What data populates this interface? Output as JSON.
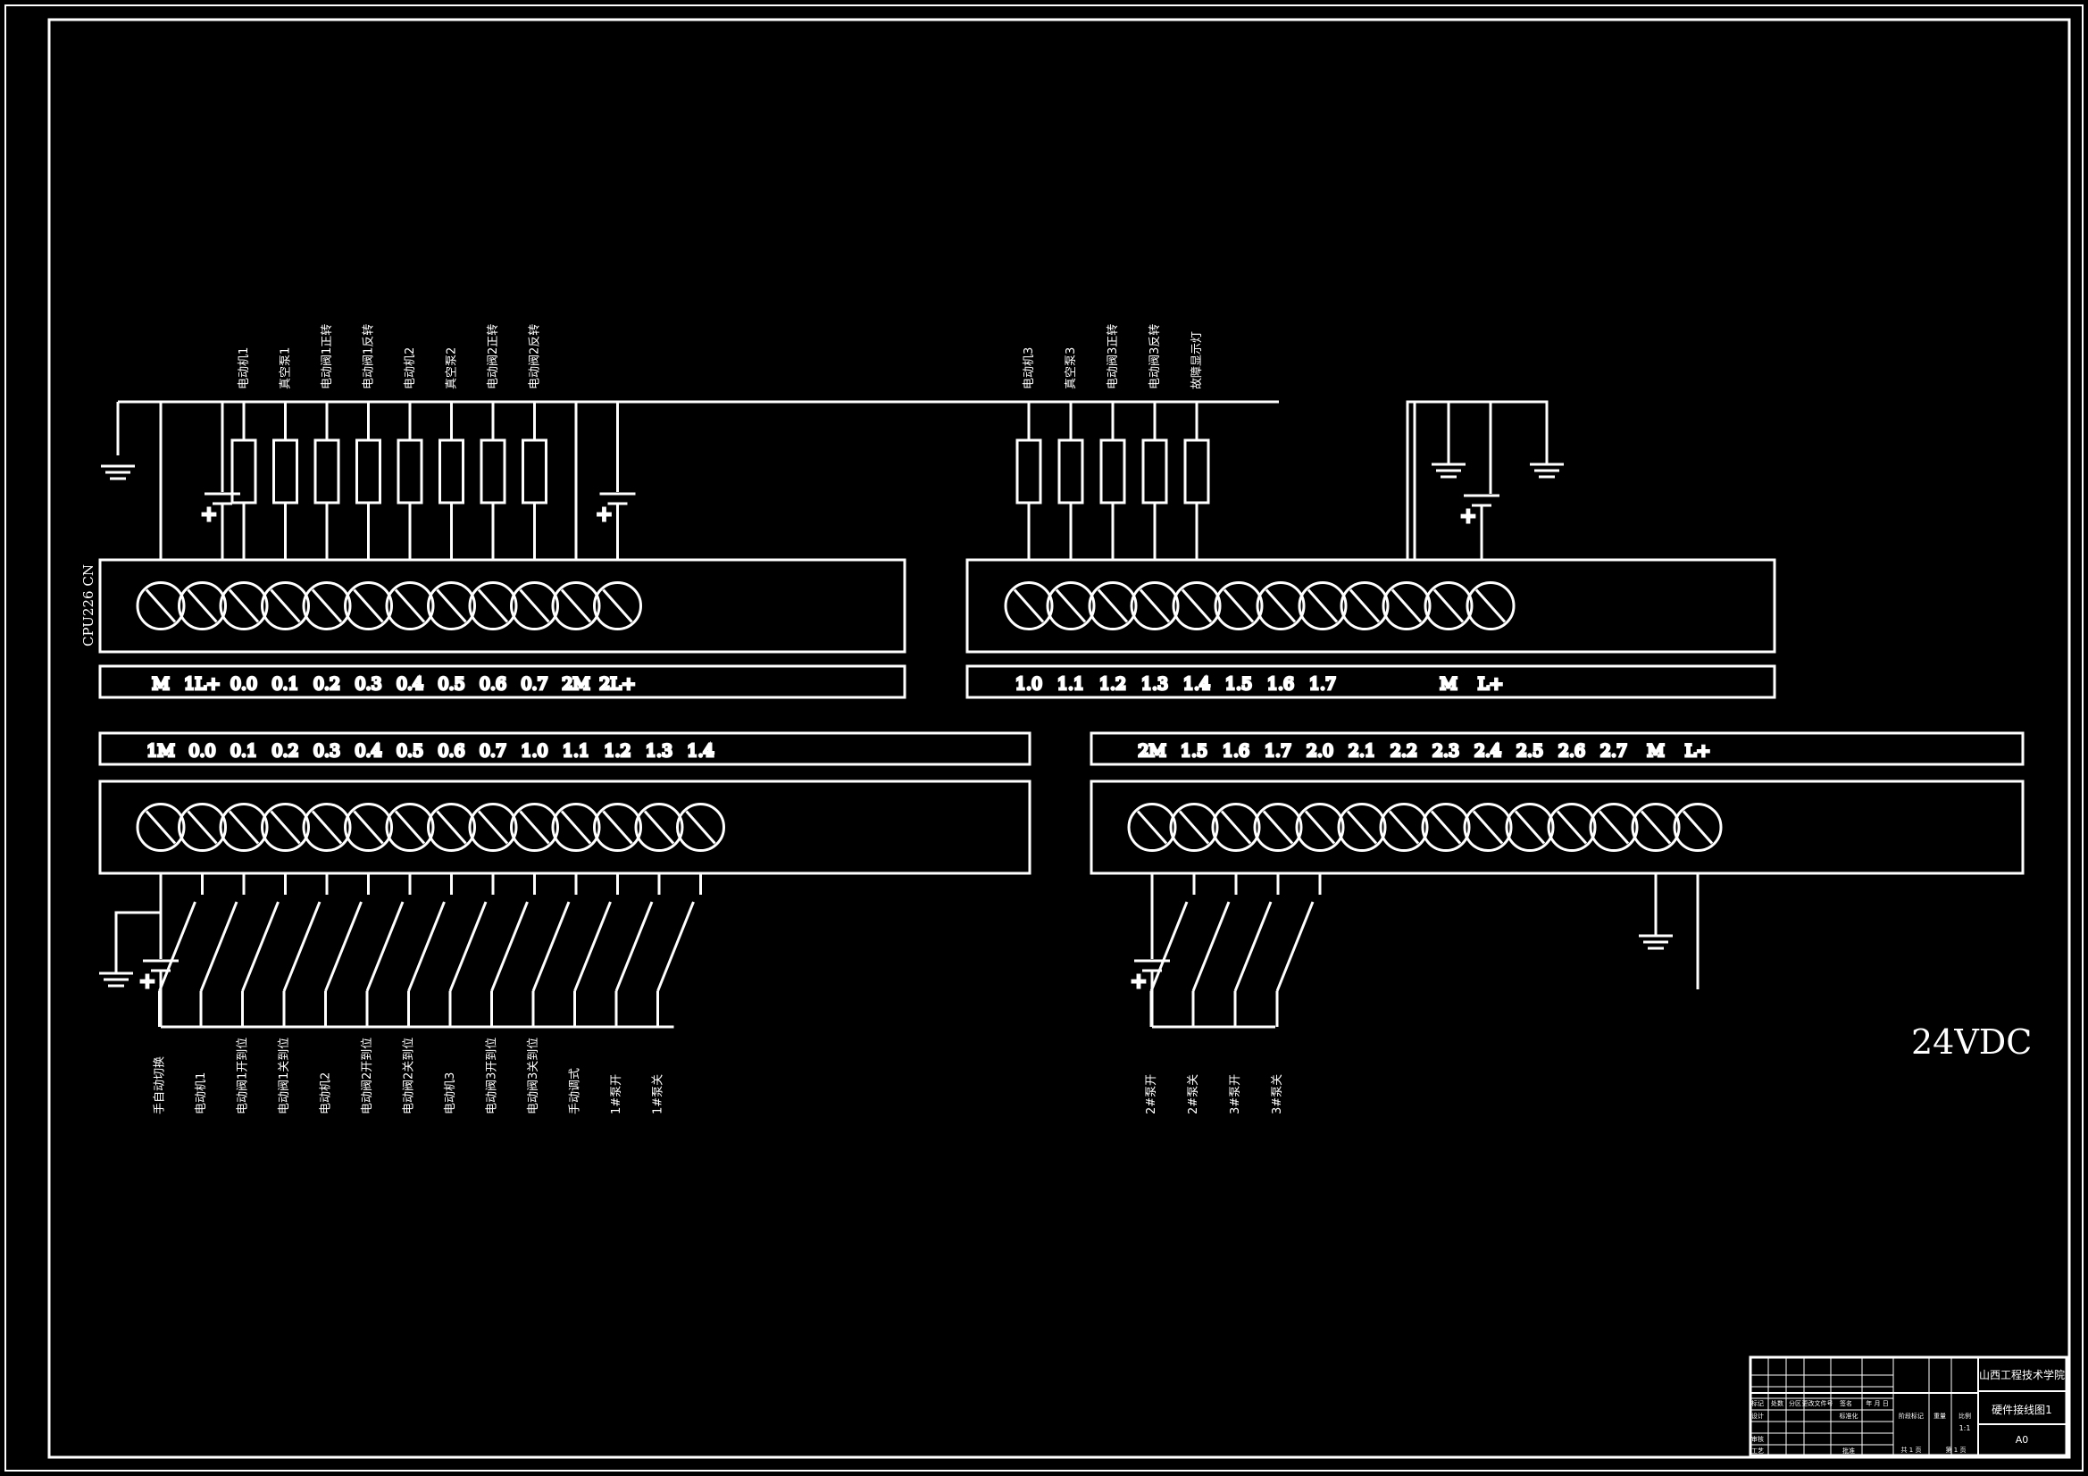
{
  "top_left": {
    "model": "CPU226 CN",
    "terminals": [
      "M",
      "1L+",
      "0.0",
      "0.1",
      "0.2",
      "0.3",
      "0.4",
      "0.5",
      "0.6",
      "0.7",
      "2M",
      "2L+"
    ],
    "loads": [
      "电动机1",
      "真空泵1",
      "电动阀1正转",
      "电动阀1反转",
      "电动机2",
      "真空泵2",
      "电动阀2正转",
      "电动阀2反转"
    ]
  },
  "top_right": {
    "terminals": [
      "1.0",
      "1.1",
      "1.2",
      "1.3",
      "1.4",
      "1.5",
      "1.6",
      "1.7",
      "",
      "",
      "M",
      "L+"
    ],
    "loads": [
      "电动机3",
      "真空泵3",
      "电动阀3正转",
      "电动阀3反转",
      "故障显示灯"
    ]
  },
  "bottom_left": {
    "terminals": [
      "1M",
      "0.0",
      "0.1",
      "0.2",
      "0.3",
      "0.4",
      "0.5",
      "0.6",
      "0.7",
      "1.0",
      "1.1",
      "1.2",
      "1.3",
      "1.4"
    ],
    "inputs": [
      "手自动切换",
      "电动机1",
      "电动阀1开到位",
      "电动阀1关到位",
      "电动机2",
      "电动阀2开到位",
      "电动阀2关到位",
      "电动机3",
      "电动阀3开到位",
      "电动阀3关到位",
      "手动调式",
      "1#泵开",
      "1#泵关"
    ]
  },
  "bottom_right": {
    "terminals": [
      "2M",
      "1.5",
      "1.6",
      "1.7",
      "2.0",
      "2.1",
      "2.2",
      "2.3",
      "2.4",
      "2.5",
      "2.6",
      "2.7",
      "M",
      "L+"
    ],
    "inputs": [
      "2#泵开",
      "2#泵关",
      "3#泵开",
      "3#泵关"
    ]
  },
  "supply_label": "24VDC",
  "title_block": {
    "school": "山西工程技术学院",
    "drawing_title": "硬件接线图1",
    "sheet_size": "A0",
    "scale": "1:1",
    "row_labels": [
      "标记",
      "处数",
      "分区",
      "更改文件号",
      "签名",
      "年 月 日",
      "设计",
      "标准化",
      "阶段标记",
      "重量",
      "比例",
      "审核",
      "工艺",
      "批准",
      "共 1 页",
      "第 1 页"
    ]
  },
  "colors": {
    "background": "#000000",
    "line": "#ffffff"
  }
}
